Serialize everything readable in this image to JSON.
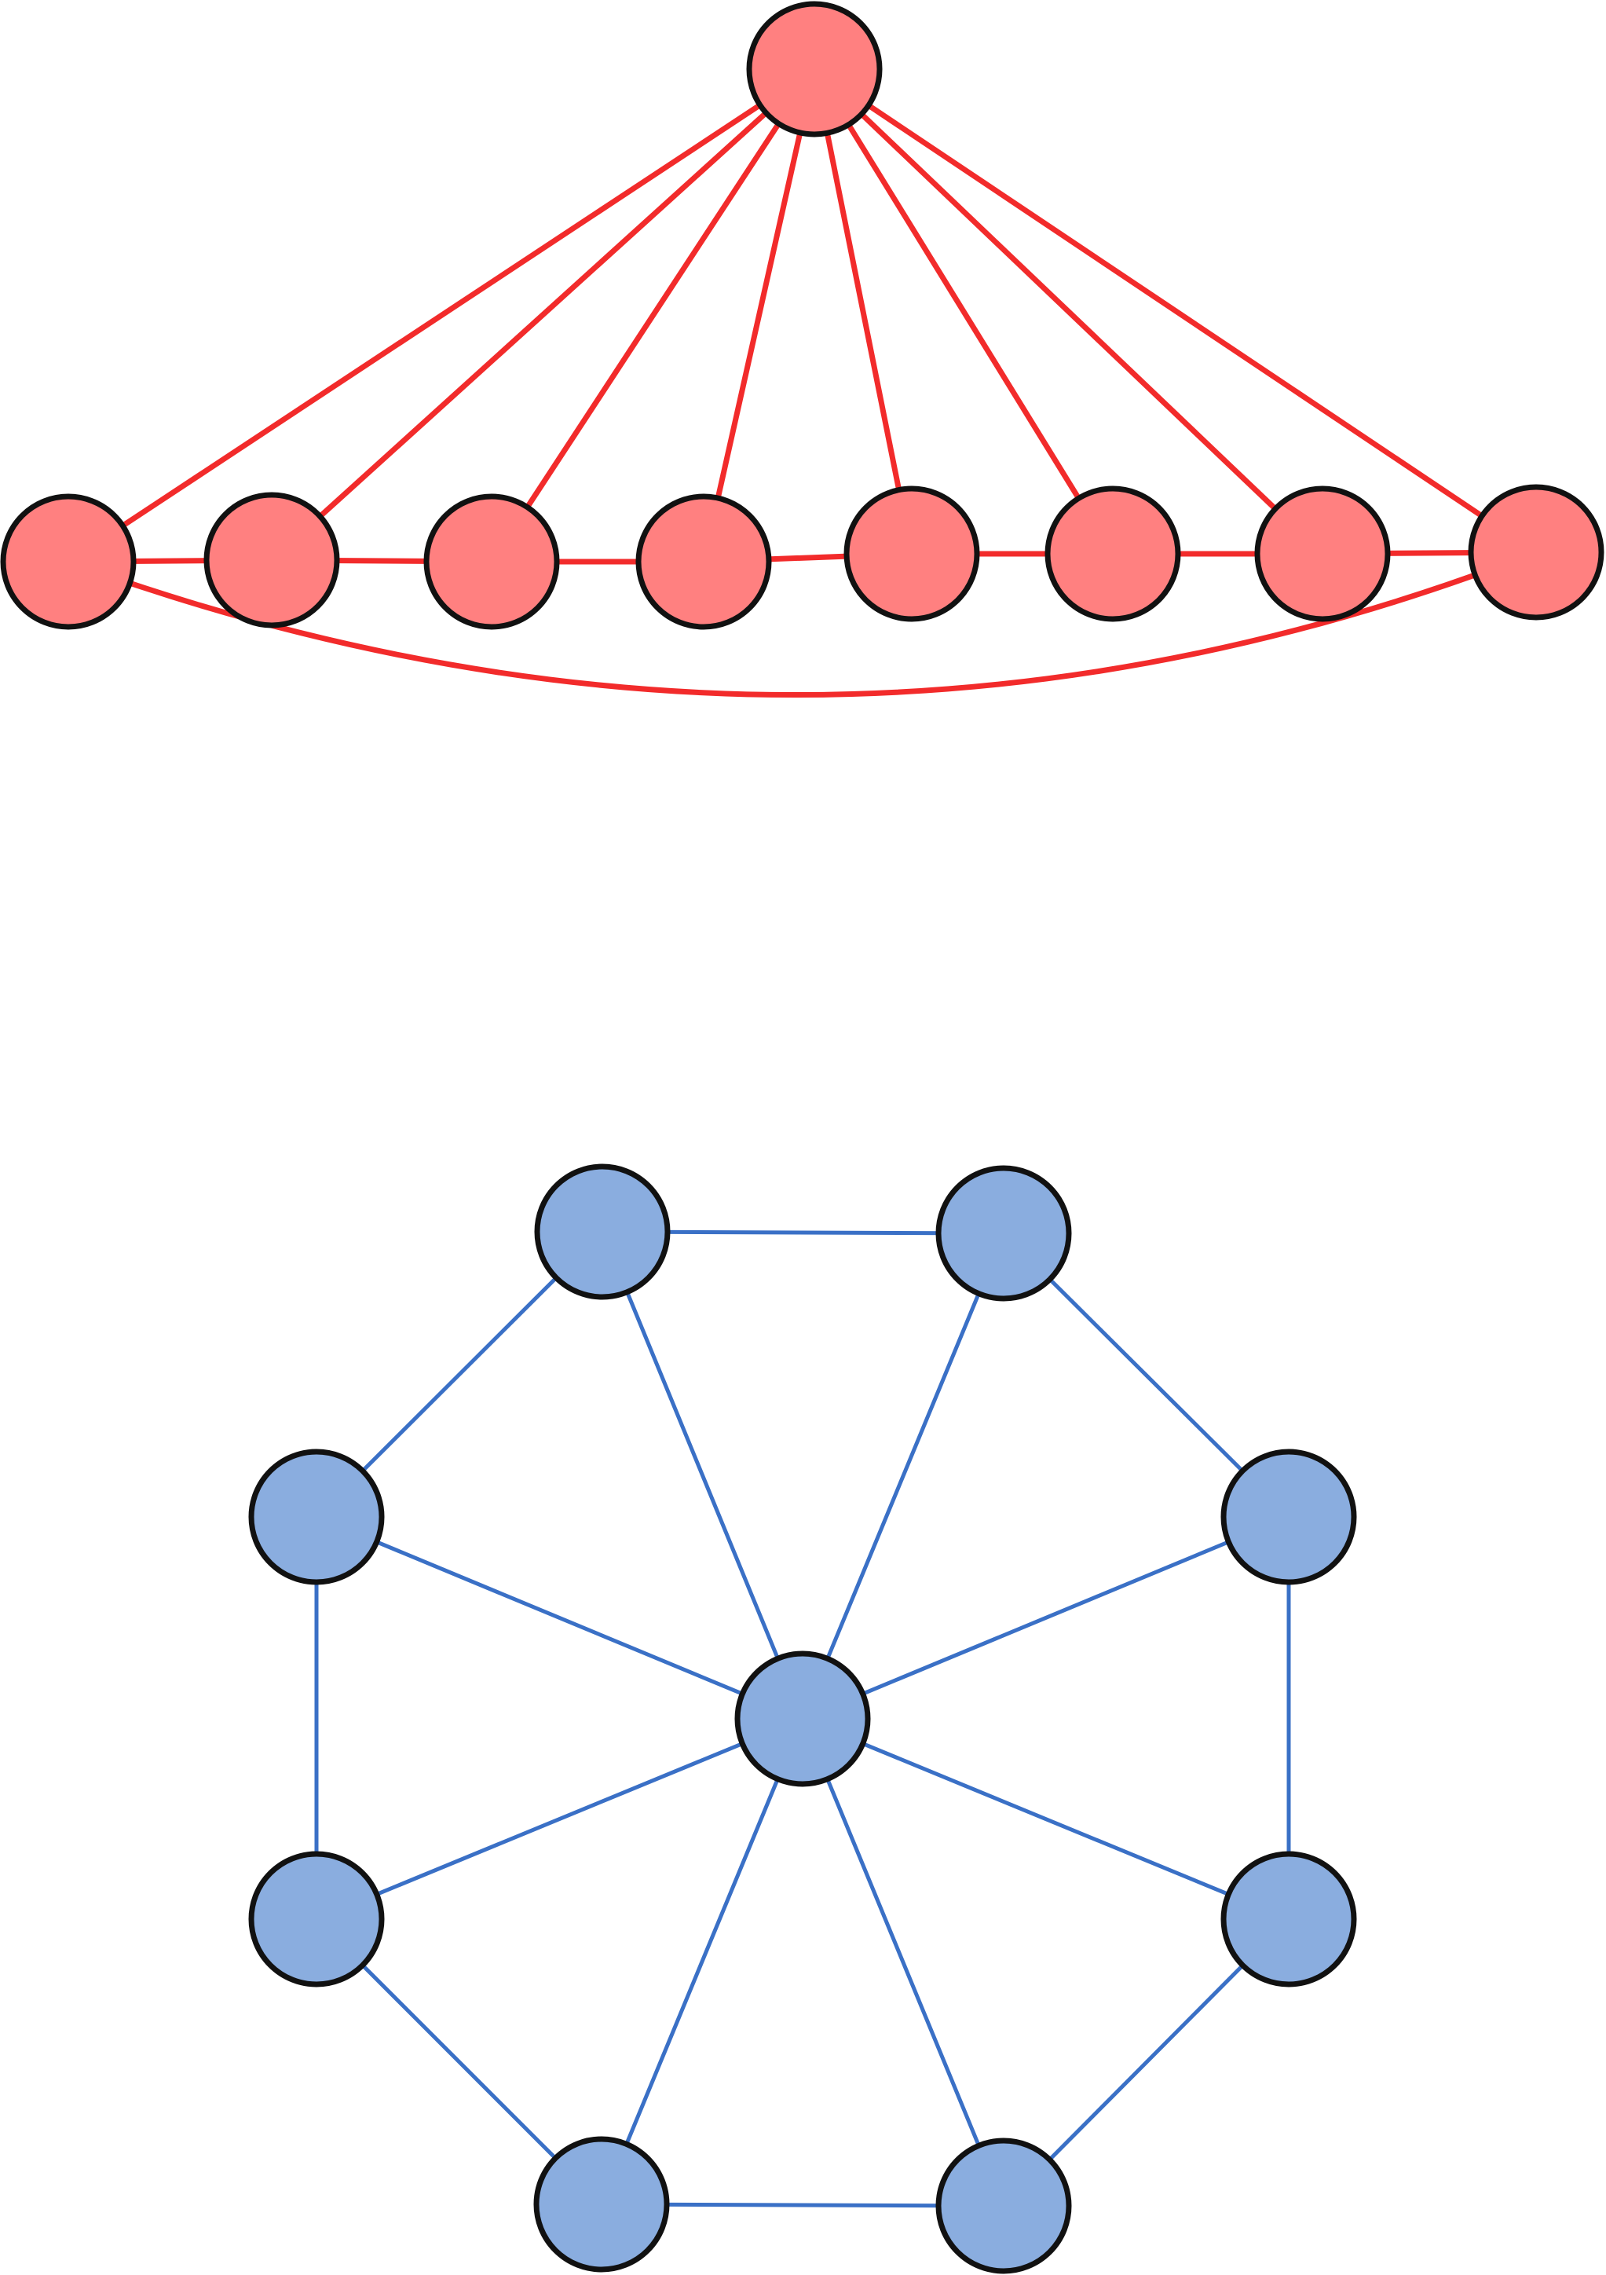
{
  "colors": {
    "background": "#ffffff",
    "node_outline": "#111111",
    "red_node_fill": "#ff8080",
    "red_edge": "#f22b2b",
    "blue_node_fill": "#8aaddf",
    "blue_edge": "#3a70c6"
  },
  "graphs": [
    {
      "name": "red-graph",
      "layout": "apex-over-path",
      "node_count": 9,
      "edges": [
        [
          0,
          1
        ],
        [
          0,
          2
        ],
        [
          0,
          3
        ],
        [
          0,
          4
        ],
        [
          0,
          5
        ],
        [
          0,
          6
        ],
        [
          0,
          7
        ],
        [
          0,
          8
        ],
        [
          1,
          2
        ],
        [
          2,
          3
        ],
        [
          3,
          4
        ],
        [
          4,
          5
        ],
        [
          5,
          6
        ],
        [
          6,
          7
        ],
        [
          7,
          8
        ],
        [
          1,
          8
        ]
      ],
      "curved_edges": [
        [
          1,
          8
        ]
      ]
    },
    {
      "name": "blue-graph",
      "layout": "wheel",
      "node_count": 9,
      "edges": [
        [
          0,
          1
        ],
        [
          0,
          2
        ],
        [
          0,
          3
        ],
        [
          0,
          4
        ],
        [
          0,
          5
        ],
        [
          0,
          6
        ],
        [
          0,
          7
        ],
        [
          0,
          8
        ],
        [
          1,
          2
        ],
        [
          2,
          3
        ],
        [
          3,
          4
        ],
        [
          4,
          5
        ],
        [
          5,
          6
        ],
        [
          6,
          7
        ],
        [
          7,
          8
        ],
        [
          8,
          1
        ]
      ],
      "curved_edges": []
    }
  ]
}
